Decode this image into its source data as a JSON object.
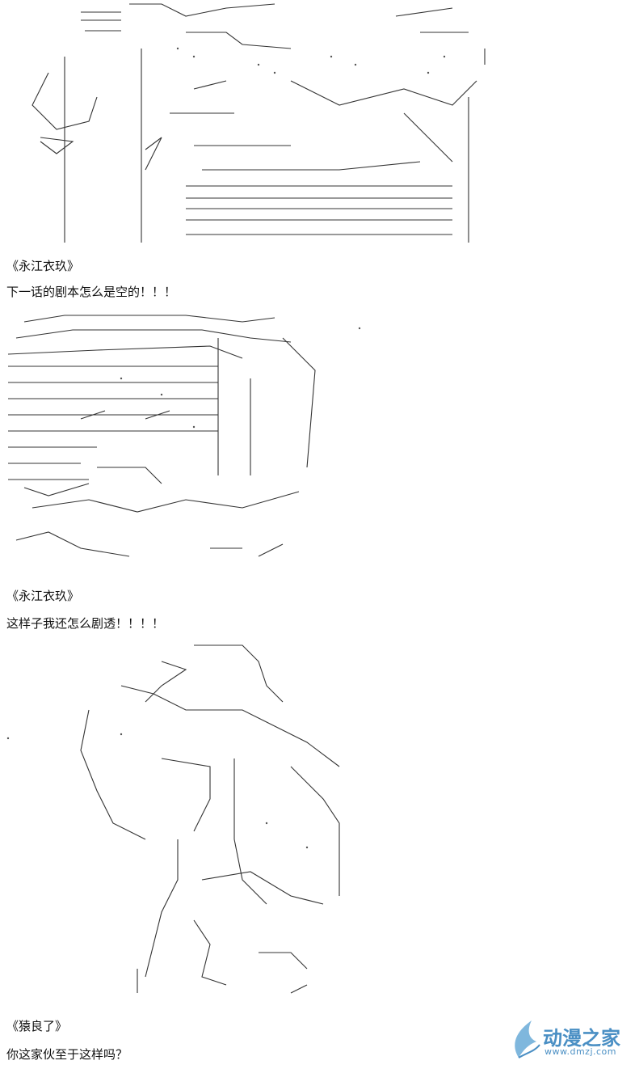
{
  "dialogues": [
    {
      "speaker": "《永江衣玖》",
      "line": "下一话的剧本怎么是空的！！！"
    },
    {
      "speaker": "《永江衣玖》",
      "line": "这样子我还怎么剧透！！！！"
    },
    {
      "speaker": "《猿良了》",
      "line": "你这家伙至于这样吗？"
    }
  ],
  "watermark": {
    "brand": "动漫之家",
    "url": "www.dmzj.com"
  },
  "colors": {
    "text": "#111111",
    "art": "#333333",
    "watermark": "#4a8fc4"
  }
}
